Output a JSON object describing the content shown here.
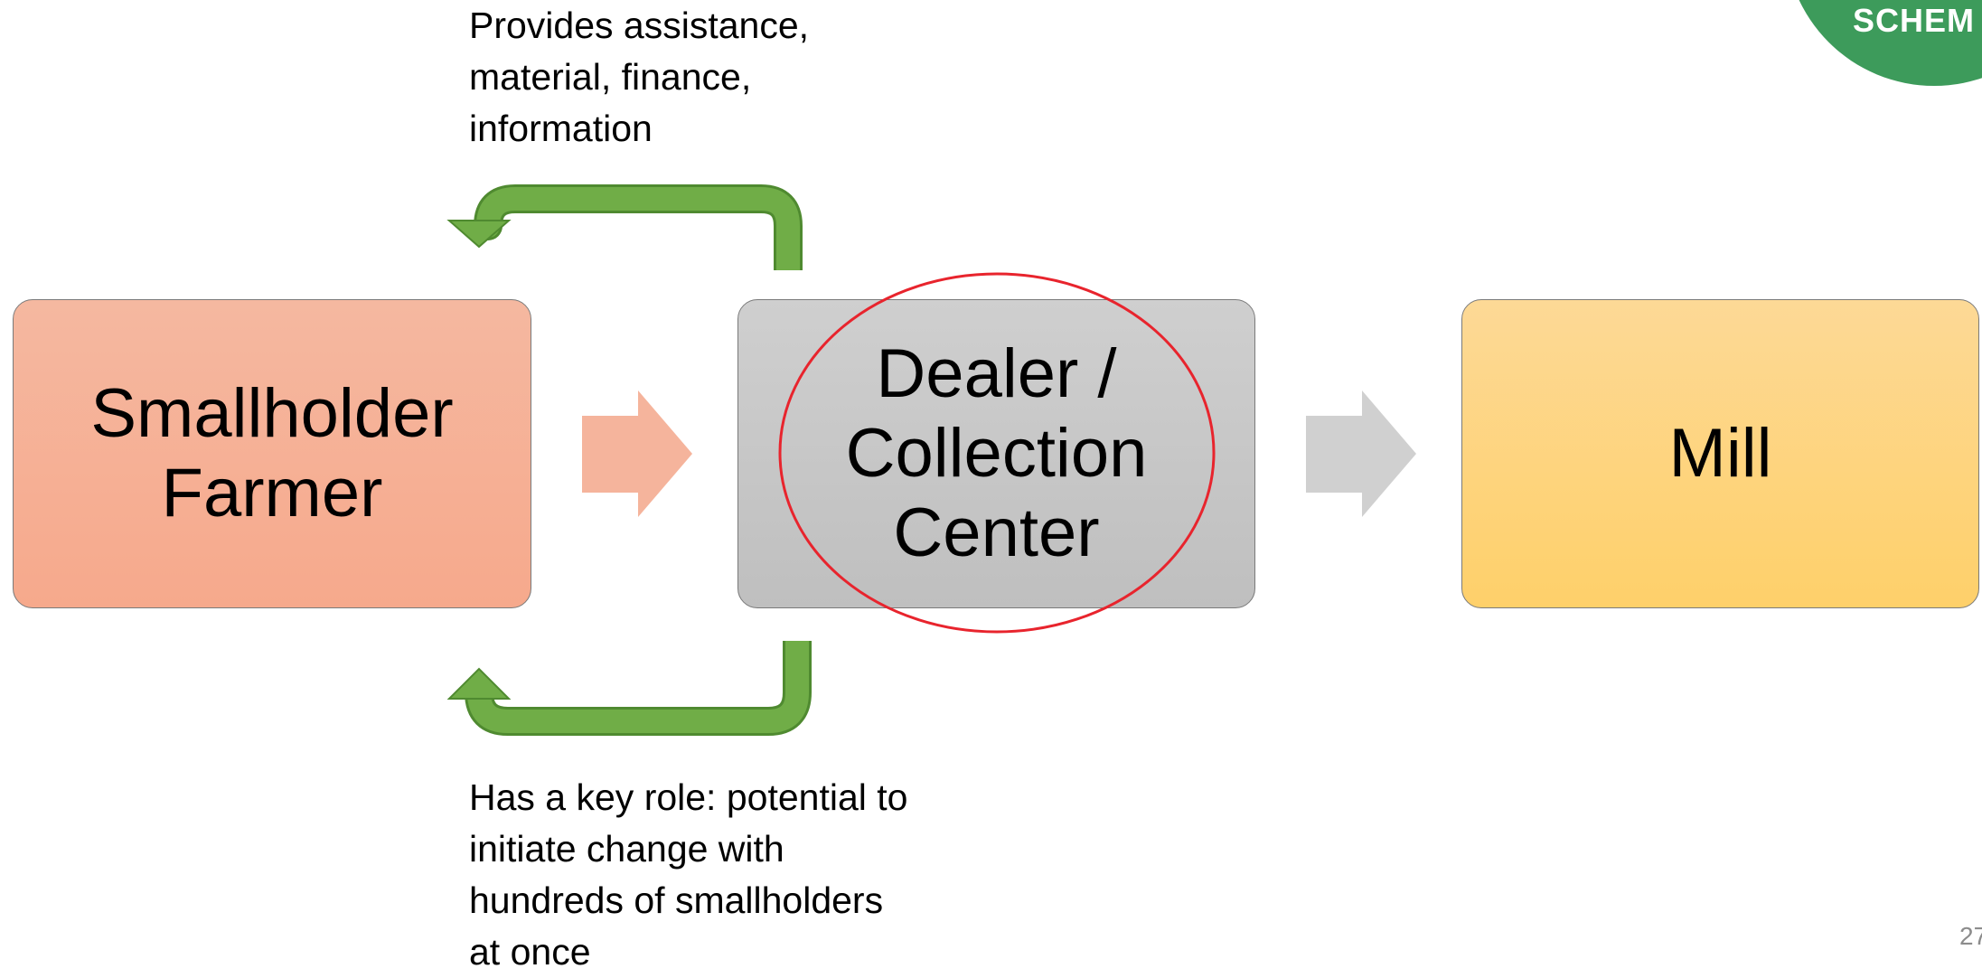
{
  "badge": {
    "text": "SCHEM",
    "color": "#3d9b5b"
  },
  "nodes": {
    "smallholder": {
      "label": "Smallholder\nFarmer",
      "color": "#f6a98c"
    },
    "dealer": {
      "label": "Dealer /\nCollection\nCenter",
      "color": "#c6c6c6"
    },
    "mill": {
      "label": "Mill",
      "color": "#fed27a"
    }
  },
  "notes": {
    "top": "Provides assistance,\nmaterial, finance,\ninformation",
    "bottom": "Has a key role: potential to\ninitiate change with\nhundreds of smallholders\nat once"
  },
  "highlight": {
    "color": "#e8242d",
    "target": "dealer"
  },
  "arrows": {
    "feedback_color": "#6fad45",
    "flow_1_color": "#f5b49c",
    "flow_2_color": "#d0d0d0"
  },
  "page_number": "27"
}
